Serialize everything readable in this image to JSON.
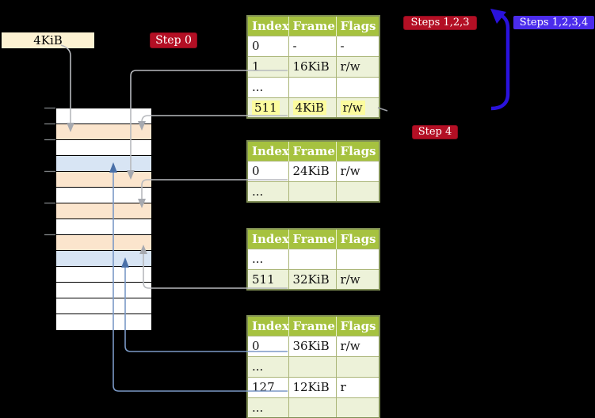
{
  "page_size_label": "4KiB",
  "badges": {
    "step0": "Step 0",
    "steps123": "Steps 1,2,3",
    "steps1234": "Steps 1,2,3,4",
    "step4": "Step 4"
  },
  "memory_column": {
    "rows": [
      "white",
      "peach",
      "white",
      "blue",
      "peach",
      "white",
      "peach",
      "white",
      "peach",
      "blue",
      "white",
      "white",
      "white",
      "white"
    ]
  },
  "page_tables": [
    {
      "name": "level-4-table",
      "headers": [
        "Index",
        "Frame",
        "Flags"
      ],
      "rows": [
        {
          "cells": [
            "0",
            "-",
            "-"
          ]
        },
        {
          "cells": [
            "1",
            "16KiB",
            "r/w"
          ]
        },
        {
          "cells": [
            "...",
            "",
            ""
          ]
        },
        {
          "cells": [
            "511",
            "4KiB",
            "r/w"
          ],
          "highlight": true
        }
      ]
    },
    {
      "name": "level-3-table",
      "headers": [
        "Index",
        "Frame",
        "Flags"
      ],
      "rows": [
        {
          "cells": [
            "0",
            "24KiB",
            "r/w"
          ]
        },
        {
          "cells": [
            "...",
            "",
            ""
          ]
        }
      ]
    },
    {
      "name": "level-2-table",
      "headers": [
        "Index",
        "Frame",
        "Flags"
      ],
      "rows": [
        {
          "cells": [
            "...",
            "",
            ""
          ]
        },
        {
          "cells": [
            "511",
            "32KiB",
            "r/w"
          ]
        }
      ]
    },
    {
      "name": "level-1-table",
      "headers": [
        "Index",
        "Frame",
        "Flags"
      ],
      "rows": [
        {
          "cells": [
            "0",
            "36KiB",
            "r/w"
          ]
        },
        {
          "cells": [
            "...",
            "",
            ""
          ]
        },
        {
          "cells": [
            "127",
            "12KiB",
            "r"
          ]
        },
        {
          "cells": [
            "...",
            "",
            ""
          ]
        }
      ]
    }
  ],
  "colors": {
    "background": "#000000",
    "table_header_green": "#a6c23f",
    "table_alt_row_green": "#edf2d9",
    "highlight_yellow": "#fcfc9e",
    "frame_peach": "#fbe5cd",
    "frame_blue": "#d8e5f4",
    "label_cream": "#fdf2d2",
    "badge_red": "#b30f24",
    "badge_blue_violet": "#4b2cec",
    "arrow_gray": "#b7b9bd",
    "arrow_steel_blue": "#7b99c6",
    "big_arrow_blue": "#2a12dc"
  }
}
